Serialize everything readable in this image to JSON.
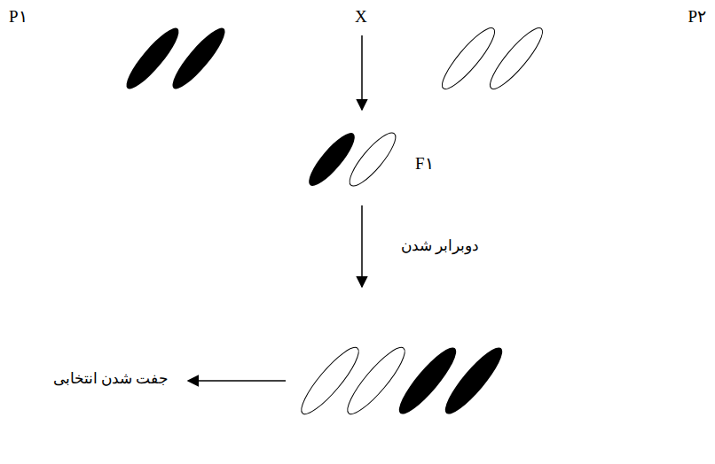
{
  "diagram": {
    "labels": [
      "P۱",
      "X",
      "P۲",
      "F۱",
      "دوبرابر شدن",
      "جفت شدن انتخابی"
    ]
  }
}
